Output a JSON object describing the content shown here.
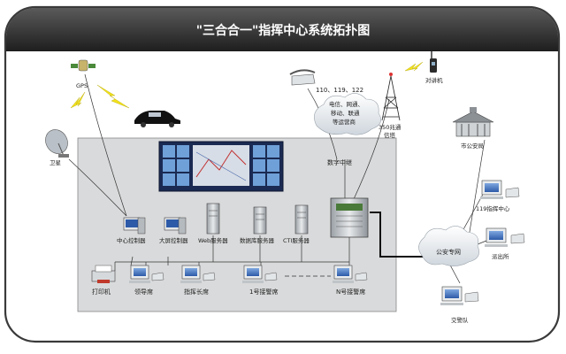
{
  "title": "\"三合合一\"指挥中心系统拓扑图",
  "nodes": {
    "gps": "GPS",
    "satellite": "卫星",
    "phone_numbers": "110、119、122",
    "telecom_line1": "电信、网通、",
    "telecom_line2": "移动、联通",
    "telecom_line3": "等运营商",
    "tower_line1": "350兆通",
    "tower_line2": "信塔",
    "walkie": "对讲机",
    "digital_relay": "数字中继",
    "city_bureau": "市公安局",
    "fire_center": "119指挥中心",
    "police_station": "派出所",
    "police_network": "公安专网",
    "traffic_team": "交警队",
    "center_controller": "中心控制器",
    "screen_controller": "大屏控制器",
    "web_server": "Web服务器",
    "db_server": "数据库服务器",
    "cti_server": "CTI服务器",
    "printer": "打印机",
    "leader_seat": "领导席",
    "commander_seat": "指挥长席",
    "operator_1": "1号接警席",
    "operator_n": "N号接警席"
  }
}
